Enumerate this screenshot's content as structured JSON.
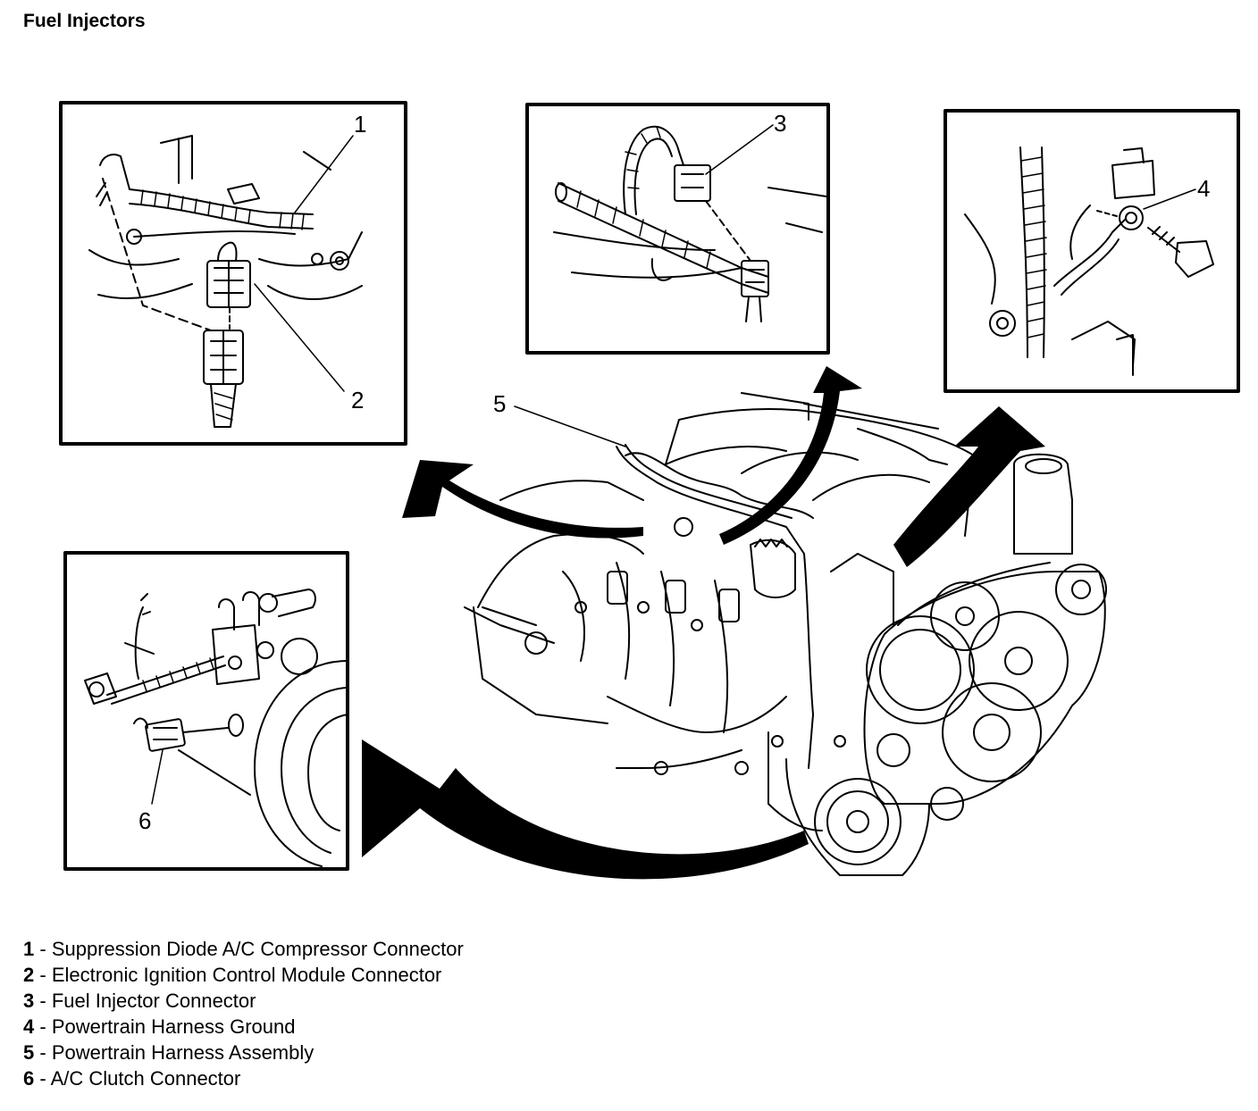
{
  "title": "Fuel Injectors",
  "callouts": [
    {
      "number": "1",
      "label": "Suppression Diode A/C Compressor Connector"
    },
    {
      "number": "2",
      "label": "Electronic Ignition Control Module Connector"
    },
    {
      "number": "3",
      "label": "Fuel Injector Connector"
    },
    {
      "number": "4",
      "label": "Powertrain Harness Ground"
    },
    {
      "number": "5",
      "label": "Powertrain Harness Assembly"
    },
    {
      "number": "6",
      "label": "A/C Clutch Connector"
    }
  ],
  "legend_separator": " - ",
  "colors": {
    "ink": "#000000",
    "background": "#ffffff"
  }
}
